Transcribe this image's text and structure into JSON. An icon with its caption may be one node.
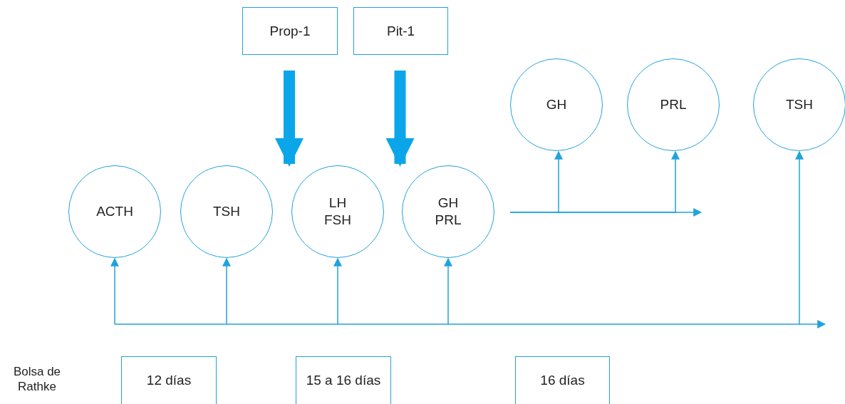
{
  "diagram": {
    "nodes": [
      {
        "text": [
          "Prop-1"
        ]
      },
      {
        "text": [
          "Pit-1"
        ]
      },
      {
        "text": [
          "GH"
        ]
      },
      {
        "text": [
          "PRL"
        ]
      },
      {
        "text": [
          "TSH"
        ]
      },
      {
        "text": [
          "ACTH"
        ]
      },
      {
        "text": [
          "TSH"
        ]
      },
      {
        "text": [
          "LH FSH"
        ]
      },
      {
        "text": [
          "GH PRL"
        ]
      },
      {
        "text": [
          "Bolsa de Rathke"
        ]
      },
      {
        "text": [
          "12 días"
        ]
      },
      {
        "text": [
          "15 a 16 días"
        ]
      },
      {
        "text": [
          "16 días"
        ]
      }
    ],
    "edges": [
      {
        "from": 0,
        "to": 7,
        "arrow": "to",
        "style": "thick"
      },
      {
        "from": 1,
        "to": 8,
        "arrow": "to",
        "style": "thick"
      },
      {
        "from": 8,
        "to": 2,
        "arrow": "to"
      },
      {
        "from": 8,
        "to": 3,
        "arrow": "to"
      },
      {
        "from": null,
        "to": 5,
        "arrow": "to"
      },
      {
        "from": null,
        "to": 6,
        "arrow": "to"
      },
      {
        "from": null,
        "to": 7,
        "arrow": "to"
      },
      {
        "from": null,
        "to": 8,
        "arrow": "to"
      },
      {
        "from": null,
        "to": 4,
        "arrow": "to"
      }
    ]
  }
}
